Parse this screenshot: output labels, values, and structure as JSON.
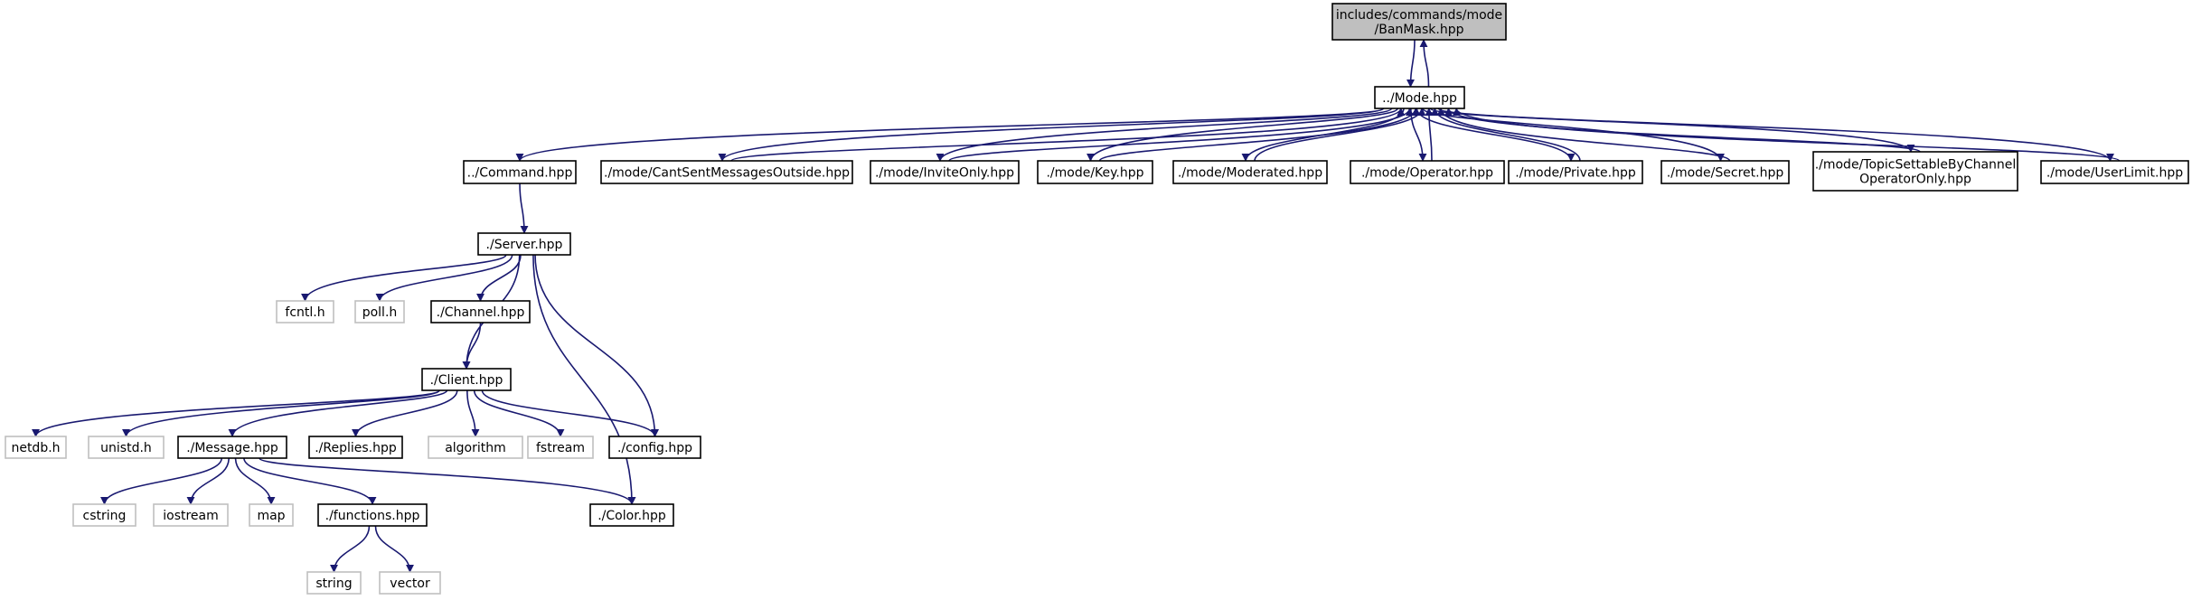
{
  "colors": {
    "edge": "#191970",
    "node_border": "#000000",
    "system_border": "#bfbfbf",
    "root_fill": "#bfbfbf",
    "node_fill": "#ffffff",
    "text": "#000000"
  },
  "nodes": {
    "banmask": {
      "lines": [
        "includes/commands/mode",
        "/BanMask.hpp"
      ],
      "kind": "root"
    },
    "mode": {
      "lines": [
        "../Mode.hpp"
      ],
      "kind": "file"
    },
    "command": {
      "lines": [
        "../Command.hpp"
      ],
      "kind": "file"
    },
    "cantsent": {
      "lines": [
        "./mode/CantSentMessagesOutside.hpp"
      ],
      "kind": "file"
    },
    "inviteonly": {
      "lines": [
        "./mode/InviteOnly.hpp"
      ],
      "kind": "file"
    },
    "key": {
      "lines": [
        "./mode/Key.hpp"
      ],
      "kind": "file"
    },
    "moderated": {
      "lines": [
        "./mode/Moderated.hpp"
      ],
      "kind": "file"
    },
    "operator": {
      "lines": [
        "./mode/Operator.hpp"
      ],
      "kind": "file"
    },
    "private": {
      "lines": [
        "./mode/Private.hpp"
      ],
      "kind": "file"
    },
    "secret": {
      "lines": [
        "./mode/Secret.hpp"
      ],
      "kind": "file"
    },
    "topic": {
      "lines": [
        "./mode/TopicSettableByChannel",
        "OperatorOnly.hpp"
      ],
      "kind": "file"
    },
    "userlimit": {
      "lines": [
        "./mode/UserLimit.hpp"
      ],
      "kind": "file"
    },
    "server": {
      "lines": [
        "./Server.hpp"
      ],
      "kind": "file"
    },
    "fcntl": {
      "lines": [
        "fcntl.h"
      ],
      "kind": "system"
    },
    "poll": {
      "lines": [
        "poll.h"
      ],
      "kind": "system"
    },
    "channel": {
      "lines": [
        "./Channel.hpp"
      ],
      "kind": "file"
    },
    "client": {
      "lines": [
        "./Client.hpp"
      ],
      "kind": "file"
    },
    "netdb": {
      "lines": [
        "netdb.h"
      ],
      "kind": "system"
    },
    "unistd": {
      "lines": [
        "unistd.h"
      ],
      "kind": "system"
    },
    "message": {
      "lines": [
        "./Message.hpp"
      ],
      "kind": "file"
    },
    "replies": {
      "lines": [
        "./Replies.hpp"
      ],
      "kind": "file"
    },
    "algorithm": {
      "lines": [
        "algorithm"
      ],
      "kind": "system"
    },
    "fstream": {
      "lines": [
        "fstream"
      ],
      "kind": "system"
    },
    "config": {
      "lines": [
        "./config.hpp"
      ],
      "kind": "file"
    },
    "cstring": {
      "lines": [
        "cstring"
      ],
      "kind": "system"
    },
    "iostream": {
      "lines": [
        "iostream"
      ],
      "kind": "system"
    },
    "map": {
      "lines": [
        "map"
      ],
      "kind": "system"
    },
    "functions": {
      "lines": [
        "./functions.hpp"
      ],
      "kind": "file"
    },
    "color": {
      "lines": [
        "./Color.hpp"
      ],
      "kind": "file"
    },
    "string": {
      "lines": [
        "string"
      ],
      "kind": "system"
    },
    "vector": {
      "lines": [
        "vector"
      ],
      "kind": "system"
    }
  },
  "edges": [
    [
      "banmask",
      "mode"
    ],
    [
      "mode",
      "banmask"
    ],
    [
      "mode",
      "command"
    ],
    [
      "mode",
      "cantsent"
    ],
    [
      "cantsent",
      "mode"
    ],
    [
      "mode",
      "inviteonly"
    ],
    [
      "inviteonly",
      "mode"
    ],
    [
      "mode",
      "key"
    ],
    [
      "key",
      "mode"
    ],
    [
      "mode",
      "moderated"
    ],
    [
      "moderated",
      "mode"
    ],
    [
      "mode",
      "operator"
    ],
    [
      "operator",
      "mode"
    ],
    [
      "mode",
      "private"
    ],
    [
      "private",
      "mode"
    ],
    [
      "mode",
      "secret"
    ],
    [
      "secret",
      "mode"
    ],
    [
      "mode",
      "topic"
    ],
    [
      "topic",
      "mode"
    ],
    [
      "mode",
      "userlimit"
    ],
    [
      "userlimit",
      "mode"
    ],
    [
      "command",
      "server"
    ],
    [
      "server",
      "fcntl"
    ],
    [
      "server",
      "poll"
    ],
    [
      "server",
      "channel"
    ],
    [
      "server",
      "client"
    ],
    [
      "server",
      "config"
    ],
    [
      "server",
      "color"
    ],
    [
      "channel",
      "client"
    ],
    [
      "client",
      "netdb"
    ],
    [
      "client",
      "unistd"
    ],
    [
      "client",
      "message"
    ],
    [
      "client",
      "replies"
    ],
    [
      "client",
      "algorithm"
    ],
    [
      "client",
      "fstream"
    ],
    [
      "client",
      "config"
    ],
    [
      "message",
      "cstring"
    ],
    [
      "message",
      "iostream"
    ],
    [
      "message",
      "map"
    ],
    [
      "message",
      "functions"
    ],
    [
      "message",
      "color"
    ],
    [
      "functions",
      "string"
    ],
    [
      "functions",
      "vector"
    ]
  ]
}
